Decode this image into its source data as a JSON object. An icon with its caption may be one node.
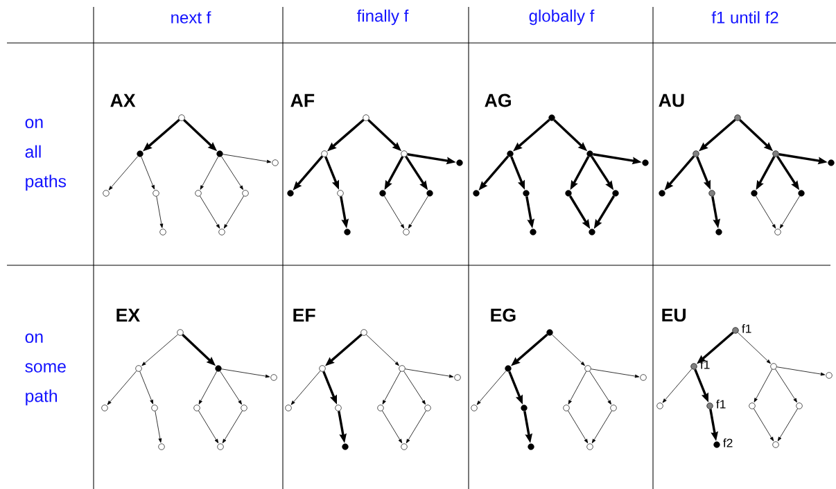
{
  "diagram": {
    "nodes": [
      {
        "text": [],
        "shape": "circle"
      },
      {
        "text": [],
        "shape": "dot"
      },
      {
        "text": [],
        "shape": "dot"
      },
      {
        "text": [],
        "shape": "circle"
      },
      {
        "text": [],
        "shape": "circle"
      },
      {
        "text": [],
        "shape": "circle"
      },
      {
        "text": [],
        "shape": "circle"
      },
      {
        "text": [],
        "shape": "circle"
      },
      {
        "text": [],
        "shape": "circle"
      },
      {
        "text": [],
        "shape": "circle"
      },
      {
        "text": [],
        "shape": "circle"
      },
      {
        "text": [],
        "shape": "circle"
      },
      {
        "text": [],
        "shape": "circle"
      },
      {
        "text": [],
        "shape": "dot"
      },
      {
        "text": [],
        "shape": "dot"
      },
      {
        "text": [],
        "shape": "circle"
      },
      {
        "text": [],
        "shape": "dot"
      },
      {
        "text": [],
        "shape": "dot"
      },
      {
        "text": [],
        "shape": "dot"
      },
      {
        "text": [],
        "shape": "circle"
      },
      {
        "text": [],
        "shape": "dot"
      },
      {
        "text": [],
        "shape": "dot"
      },
      {
        "text": [],
        "shape": "dot"
      },
      {
        "text": [],
        "shape": "dot"
      },
      {
        "text": [],
        "shape": "dot"
      },
      {
        "text": [],
        "shape": "dot"
      },
      {
        "text": [],
        "shape": "dot"
      },
      {
        "text": [],
        "shape": "dot"
      },
      {
        "text": [],
        "shape": "dot"
      },
      {
        "text": [],
        "shape": "dot"
      },
      {
        "text": [],
        "shape": "disc"
      },
      {
        "text": [],
        "shape": "disc"
      },
      {
        "text": [],
        "shape": "disc"
      },
      {
        "text": [],
        "shape": "dot"
      },
      {
        "text": [],
        "shape": "dot"
      },
      {
        "text": [],
        "shape": "disc"
      },
      {
        "text": [],
        "shape": "dot"
      },
      {
        "text": [],
        "shape": "dot"
      },
      {
        "text": [],
        "shape": "dot"
      },
      {
        "text": [],
        "shape": "circle"
      },
      {
        "text": [],
        "shape": "circle"
      },
      {
        "text": [],
        "shape": "circle"
      },
      {
        "text": [],
        "shape": "dot"
      },
      {
        "text": [],
        "shape": "circle"
      },
      {
        "text": [],
        "shape": "circle"
      },
      {
        "text": [],
        "shape": "circle"
      },
      {
        "text": [],
        "shape": "circle"
      },
      {
        "text": [],
        "shape": "circle"
      },
      {
        "text": [],
        "shape": "circle"
      },
      {
        "text": [],
        "shape": "circle"
      },
      {
        "text": [],
        "shape": "circle"
      },
      {
        "text": [],
        "shape": "circle"
      },
      {
        "text": [],
        "shape": "circle"
      },
      {
        "text": [],
        "shape": "circle"
      },
      {
        "text": [],
        "shape": "circle"
      },
      {
        "text": [],
        "shape": "circle"
      },
      {
        "text": [],
        "shape": "circle"
      },
      {
        "text": [],
        "shape": "circle"
      },
      {
        "text": [],
        "shape": "dot"
      },
      {
        "text": [],
        "shape": "circle"
      },
      {
        "text": [],
        "shape": "dot"
      },
      {
        "text": [],
        "shape": "dot"
      },
      {
        "text": [],
        "shape": "circle"
      },
      {
        "text": [],
        "shape": "circle"
      },
      {
        "text": [],
        "shape": "circle"
      },
      {
        "text": [],
        "shape": "dot"
      },
      {
        "text": [],
        "shape": "circle"
      },
      {
        "text": [],
        "shape": "circle"
      },
      {
        "text": [],
        "shape": "dot"
      },
      {
        "text": [],
        "shape": "circle"
      },
      {
        "text": [],
        "shape": "disc",
        "beside": [
          "f1"
        ]
      },
      {
        "text": [],
        "shape": "disc",
        "beside": [
          "f1"
        ]
      },
      {
        "text": [],
        "shape": "circle"
      },
      {
        "text": [],
        "shape": "circle"
      },
      {
        "text": [],
        "shape": "circle"
      },
      {
        "text": [],
        "shape": "disc",
        "beside": [
          "f1"
        ]
      },
      {
        "text": [],
        "shape": "circle"
      },
      {
        "text": [],
        "shape": "circle"
      },
      {
        "text": [],
        "shape": "dot",
        "beside": [
          "f2"
        ]
      },
      {
        "text": [],
        "shape": "circle"
      }
    ],
    "edges": [
      {
        "from": 0,
        "to": 1,
        "arrow": "to",
        "style": "thick"
      },
      {
        "from": 0,
        "to": 2,
        "arrow": "to",
        "style": "thick"
      },
      {
        "from": 1,
        "to": 4,
        "arrow": "to"
      },
      {
        "from": 1,
        "to": 5,
        "arrow": "to"
      },
      {
        "from": 2,
        "to": 6,
        "arrow": "to"
      },
      {
        "from": 2,
        "to": 7,
        "arrow": "to"
      },
      {
        "from": 2,
        "to": 3,
        "arrow": "to"
      },
      {
        "from": 5,
        "to": 8,
        "arrow": "to"
      },
      {
        "from": 6,
        "to": 9,
        "arrow": "to"
      },
      {
        "from": 7,
        "to": 9,
        "arrow": "to"
      },
      {
        "from": 10,
        "to": 11,
        "arrow": "to",
        "style": "thick"
      },
      {
        "from": 10,
        "to": 12,
        "arrow": "to",
        "style": "thick"
      },
      {
        "from": 11,
        "to": 14,
        "arrow": "to",
        "style": "thick"
      },
      {
        "from": 11,
        "to": 15,
        "arrow": "to",
        "style": "thick"
      },
      {
        "from": 12,
        "to": 16,
        "arrow": "to",
        "style": "thick"
      },
      {
        "from": 12,
        "to": 17,
        "arrow": "to",
        "style": "thick"
      },
      {
        "from": 12,
        "to": 13,
        "arrow": "to",
        "style": "thick"
      },
      {
        "from": 15,
        "to": 18,
        "arrow": "to",
        "style": "thick"
      },
      {
        "from": 16,
        "to": 19,
        "arrow": "to"
      },
      {
        "from": 17,
        "to": 19,
        "arrow": "to"
      },
      {
        "from": 20,
        "to": 21,
        "arrow": "to",
        "style": "thick"
      },
      {
        "from": 20,
        "to": 22,
        "arrow": "to",
        "style": "thick"
      },
      {
        "from": 21,
        "to": 24,
        "arrow": "to",
        "style": "thick"
      },
      {
        "from": 21,
        "to": 25,
        "arrow": "to",
        "style": "thick"
      },
      {
        "from": 22,
        "to": 26,
        "arrow": "to",
        "style": "thick"
      },
      {
        "from": 22,
        "to": 27,
        "arrow": "to",
        "style": "thick"
      },
      {
        "from": 22,
        "to": 23,
        "arrow": "to",
        "style": "thick"
      },
      {
        "from": 25,
        "to": 28,
        "arrow": "to",
        "style": "thick"
      },
      {
        "from": 26,
        "to": 29,
        "arrow": "to",
        "style": "thick"
      },
      {
        "from": 27,
        "to": 29,
        "arrow": "to",
        "style": "thick"
      },
      {
        "from": 30,
        "to": 31,
        "arrow": "to",
        "style": "thick"
      },
      {
        "from": 30,
        "to": 32,
        "arrow": "to",
        "style": "thick"
      },
      {
        "from": 31,
        "to": 34,
        "arrow": "to",
        "style": "thick"
      },
      {
        "from": 31,
        "to": 35,
        "arrow": "to",
        "style": "thick"
      },
      {
        "from": 32,
        "to": 36,
        "arrow": "to",
        "style": "thick"
      },
      {
        "from": 32,
        "to": 37,
        "arrow": "to",
        "style": "thick"
      },
      {
        "from": 32,
        "to": 33,
        "arrow": "to",
        "style": "thick"
      },
      {
        "from": 35,
        "to": 38,
        "arrow": "to",
        "style": "thick"
      },
      {
        "from": 36,
        "to": 39,
        "arrow": "to"
      },
      {
        "from": 37,
        "to": 39,
        "arrow": "to"
      },
      {
        "from": 40,
        "to": 41,
        "arrow": "to"
      },
      {
        "from": 40,
        "to": 42,
        "arrow": "to",
        "style": "thick"
      },
      {
        "from": 41,
        "to": 44,
        "arrow": "to"
      },
      {
        "from": 41,
        "to": 45,
        "arrow": "to"
      },
      {
        "from": 42,
        "to": 46,
        "arrow": "to"
      },
      {
        "from": 42,
        "to": 47,
        "arrow": "to"
      },
      {
        "from": 42,
        "to": 43,
        "arrow": "to"
      },
      {
        "from": 45,
        "to": 48,
        "arrow": "to"
      },
      {
        "from": 46,
        "to": 49,
        "arrow": "to"
      },
      {
        "from": 47,
        "to": 49,
        "arrow": "to"
      },
      {
        "from": 50,
        "to": 51,
        "arrow": "to",
        "style": "thick"
      },
      {
        "from": 50,
        "to": 52,
        "arrow": "to"
      },
      {
        "from": 51,
        "to": 54,
        "arrow": "to"
      },
      {
        "from": 51,
        "to": 55,
        "arrow": "to",
        "style": "thick"
      },
      {
        "from": 52,
        "to": 56,
        "arrow": "to"
      },
      {
        "from": 52,
        "to": 57,
        "arrow": "to"
      },
      {
        "from": 52,
        "to": 53,
        "arrow": "to"
      },
      {
        "from": 55,
        "to": 58,
        "arrow": "to",
        "style": "thick"
      },
      {
        "from": 56,
        "to": 59,
        "arrow": "to"
      },
      {
        "from": 57,
        "to": 59,
        "arrow": "to"
      },
      {
        "from": 60,
        "to": 61,
        "arrow": "to",
        "style": "thick"
      },
      {
        "from": 60,
        "to": 62,
        "arrow": "to"
      },
      {
        "from": 61,
        "to": 64,
        "arrow": "to"
      },
      {
        "from": 61,
        "to": 65,
        "arrow": "to",
        "style": "thick"
      },
      {
        "from": 62,
        "to": 66,
        "arrow": "to"
      },
      {
        "from": 62,
        "to": 67,
        "arrow": "to"
      },
      {
        "from": 62,
        "to": 63,
        "arrow": "to"
      },
      {
        "from": 65,
        "to": 68,
        "arrow": "to",
        "style": "thick"
      },
      {
        "from": 66,
        "to": 69,
        "arrow": "to"
      },
      {
        "from": 67,
        "to": 69,
        "arrow": "to"
      },
      {
        "from": 70,
        "to": 71,
        "arrow": "to",
        "style": "thick"
      },
      {
        "from": 70,
        "to": 72,
        "arrow": "to"
      },
      {
        "from": 71,
        "to": 74,
        "arrow": "to"
      },
      {
        "from": 71,
        "to": 75,
        "arrow": "to",
        "style": "thick"
      },
      {
        "from": 72,
        "to": 76,
        "arrow": "to"
      },
      {
        "from": 72,
        "to": 77,
        "arrow": "to"
      },
      {
        "from": 72,
        "to": 73,
        "arrow": "to"
      },
      {
        "from": 75,
        "to": 78,
        "arrow": "to",
        "style": "thick"
      },
      {
        "from": 76,
        "to": 79,
        "arrow": "to"
      },
      {
        "from": 77,
        "to": 79,
        "arrow": "to"
      }
    ],
    "labels": [
      "next f",
      "finally f",
      "globally f",
      "f1 until f2",
      "on all paths",
      "AX",
      "AF",
      "AG",
      "AU",
      "on some path",
      "EX",
      "EF",
      "EG",
      "EU"
    ]
  }
}
